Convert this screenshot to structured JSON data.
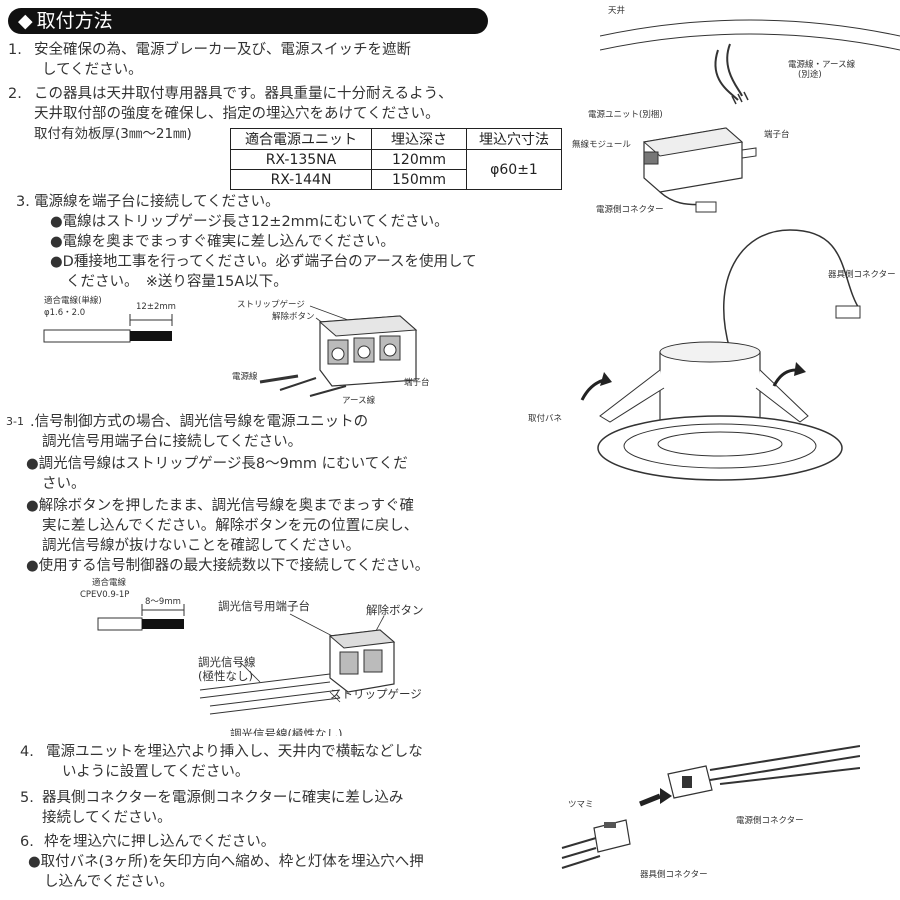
{
  "section": {
    "diamond": "◆",
    "title": "取付方法"
  },
  "steps": {
    "s1": {
      "num": "1.",
      "line1": "安全確保の為、電源ブレーカー及び、電源スイッチを遮断",
      "line2": "してください。"
    },
    "s2": {
      "num": "2.",
      "line1": "この器具は天井取付専用器具です。器具重量に十分耐えるよう、",
      "line2": "天井取付部の強度を確保し、指定の埋込穴をあけてください。",
      "line3": "取付有効板厚(3㎜～21㎜)"
    },
    "s3": {
      "num": "3.",
      "line1": "電源線を端子台に接続してください。",
      "b1": "●電線はストリップゲージ長さ12±2mmにむいてください。",
      "b2": "●電線を奥までまっすぐ確実に差し込んでください。",
      "b3": "●D種接地工事を行ってください。必ず端子台のアースを使用して",
      "b3b": "ください。　※送り容量15A以下。"
    },
    "s31": {
      "num": "3-1",
      "line1": ".信号制御方式の場合、調光信号線を電源ユニットの",
      "line2": "調光信号用端子台に接続してください。",
      "b1": "●調光信号線はストリップゲージ長8～9mm  にむいてくだ",
      "b1b": "さい。",
      "b2": "●解除ボタンを押したまま、調光信号線を奥までまっすぐ確",
      "b2b": "実に差し込んでください。解除ボタンを元の位置に戻し、",
      "b2c": "調光信号線が抜けないことを確認してください。",
      "b3": "●使用する信号制御器の最大接続数以下で接続してください。"
    },
    "s4": {
      "num": "4.",
      "line1": "電源ユニットを埋込穴より挿入し、天井内で横転などしな",
      "line2": "いように設置してください。"
    },
    "s5": {
      "num": "5.",
      "line1": "器具側コネクターを電源側コネクターに確実に差し込み",
      "line2": "接続してください。"
    },
    "s6": {
      "num": "6.",
      "line1": "枠を埋込穴に押し込んでください。",
      "b1": "●取付バネ(3ヶ所)を矢印方向へ縮め、枠と灯体を埋込穴へ押",
      "b1b": "し込んでください。"
    }
  },
  "table": {
    "headers": [
      "適合電源ユニット",
      "埋込深さ",
      "埋込穴寸法"
    ],
    "rows": [
      [
        "RX-135NA",
        "120mm"
      ],
      [
        "RX-144N",
        "150mm"
      ]
    ],
    "hole": "φ60±1"
  },
  "fig1": {
    "wire_title": "適合電線(単線)",
    "wire_spec": "φ1.6・2.0",
    "strip_len": "12±2mm",
    "strip_gauge": "ストリップゲージ",
    "release_button": "解除ボタン",
    "power_wire": "電源線",
    "terminal": "端子台",
    "earth_wire": "アース線"
  },
  "fig2": {
    "wire_title": "適合電線",
    "wire_spec": "CPEV0.9-1P",
    "strip_len": "8～9mm",
    "terminal": "調光信号用端子台",
    "release_button": "解除ボタン",
    "signal_wire": "調光信号線",
    "no_polarity": "(極性なし)",
    "strip_gauge": "ストリップゲージ",
    "bottom_label": "調光信号線(極性なし)"
  },
  "right": {
    "ceiling": "天井",
    "power_earth": "電源線・アース線",
    "sold_separately": "(別途)",
    "power_unit": "電源ユニット(別梱)",
    "wireless_module": "無線モジュール",
    "terminal": "端子台",
    "power_connector": "電源側コネクター",
    "fixture_connector": "器具側コネクター",
    "mount_spring": "取付バネ",
    "knob": "ツマミ",
    "power_connector2": "電源側コネクター",
    "fixture_connector2": "器具側コネクター"
  }
}
